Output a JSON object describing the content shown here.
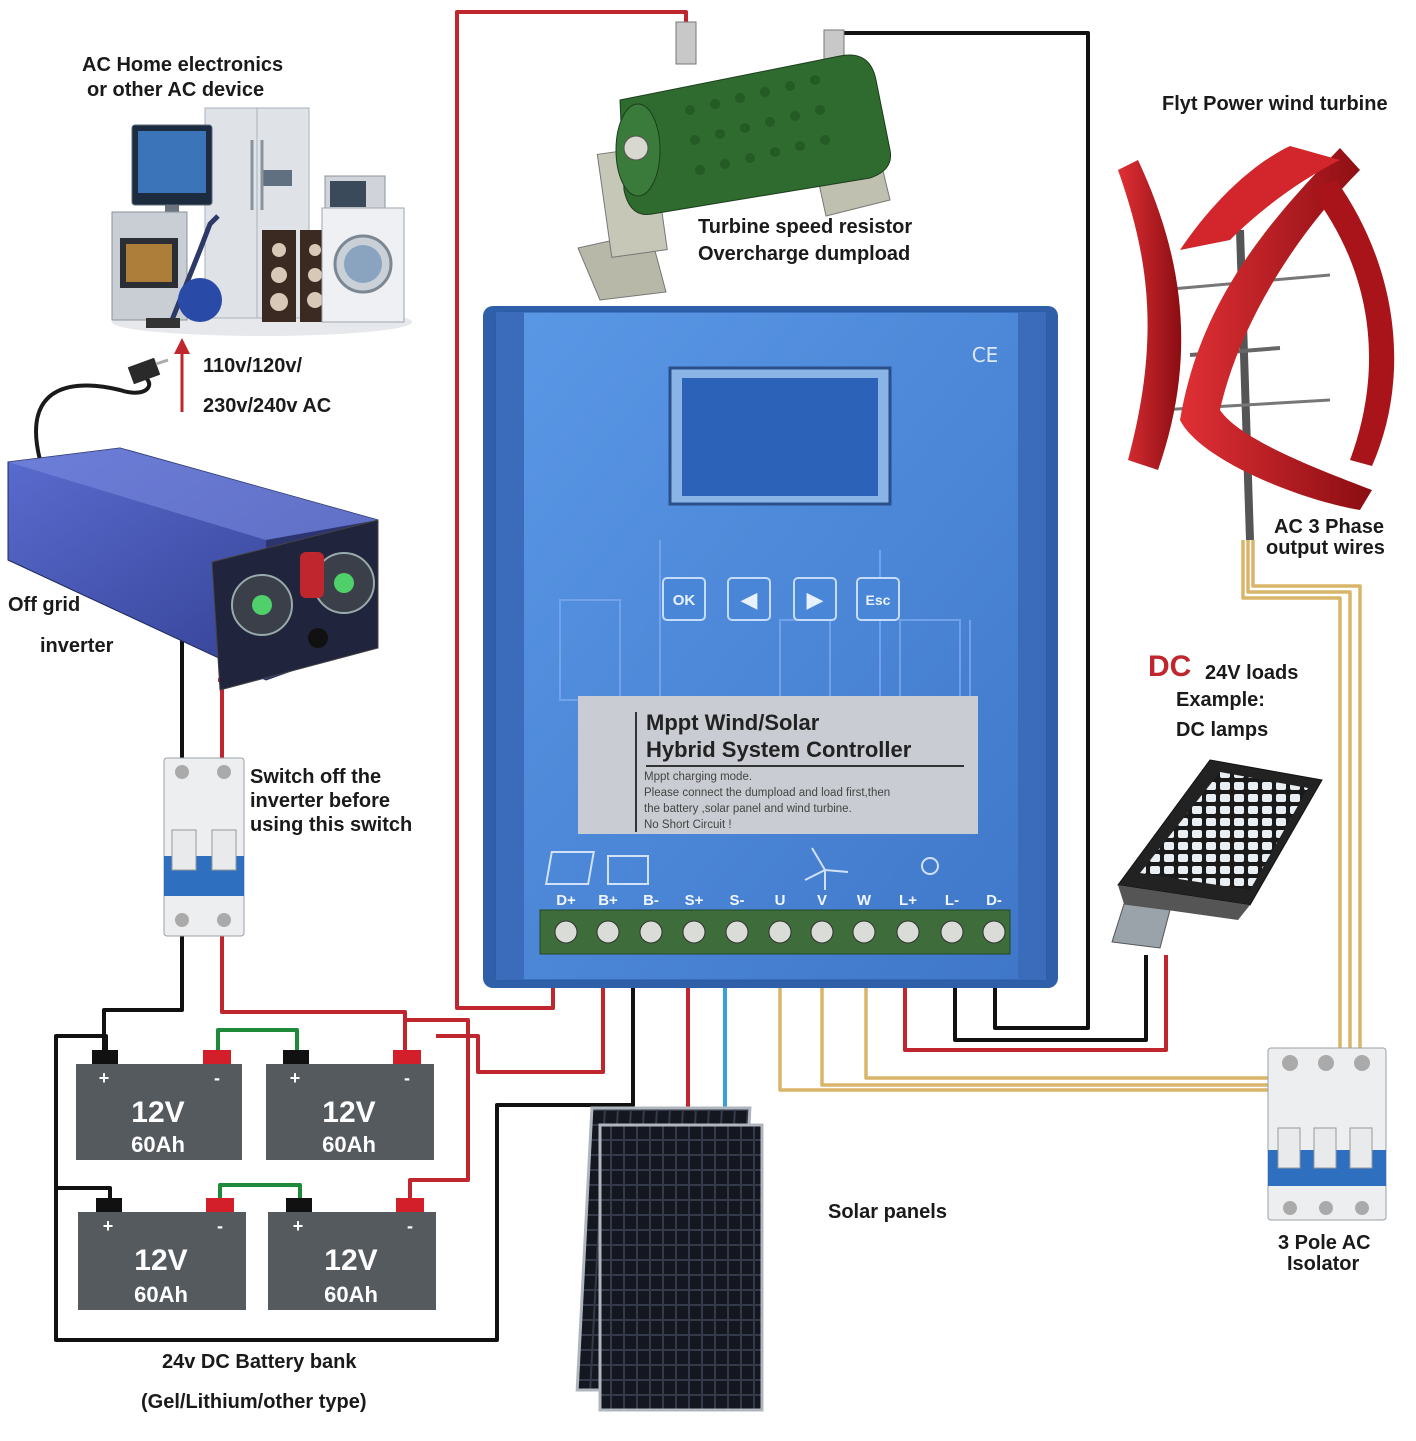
{
  "labels": {
    "ac_device_line1": "AC Home electronics",
    "ac_device_line2": "or other AC device",
    "ac_voltage_line1": "110v/120v/",
    "ac_voltage_line2": "230v/240v AC",
    "inverter_line1": "Off grid",
    "inverter_line2": "inverter",
    "resistor_line1": "Turbine speed resistor",
    "resistor_line2": "Overcharge dumpload",
    "turbine": "Flyt Power wind turbine",
    "ac_wires_line1": "AC 3 Phase",
    "ac_wires_line2": "output wires",
    "dc_prefix": "DC",
    "dc_loads": "24V loads",
    "dc_example_line1": "Example:",
    "dc_example_line2": "DC lamps",
    "switch_line1": "Switch off the",
    "switch_line2": "inverter before",
    "switch_line3": "using this switch",
    "solar": "Solar panels",
    "isolator_line1": "3 Pole AC",
    "isolator_line2": "Isolator",
    "battery_bank_line1": "24v DC Battery bank",
    "battery_bank_line2": "(Gel/Lithium/other type)",
    "ce_mark": "CE"
  },
  "controller": {
    "title_line1": "Mppt Wind/Solar",
    "title_line2": "Hybrid System Controller",
    "note_line1": "Mppt charging mode.",
    "note_line2": "Please connect the dumpload and load first,then",
    "note_line3": "the battery ,solar panel and wind turbine.",
    "note_line4": "No Short Circuit !",
    "buttons": [
      "OK",
      "◀",
      "▶",
      "Esc"
    ],
    "terminals": [
      "D+",
      "B+",
      "B-",
      "S+",
      "S-",
      "U",
      "V",
      "W",
      "L+",
      "L-",
      "D-"
    ]
  },
  "batteries": [
    {
      "voltage": "12V",
      "capacity": "60Ah",
      "pos": "+",
      "neg": "-"
    },
    {
      "voltage": "12V",
      "capacity": "60Ah",
      "pos": "+",
      "neg": "-"
    },
    {
      "voltage": "12V",
      "capacity": "60Ah",
      "pos": "+",
      "neg": "-"
    },
    {
      "voltage": "12V",
      "capacity": "60Ah",
      "pos": "+",
      "neg": "-"
    }
  ],
  "colors": {
    "positive_wire": "#c0262d",
    "negative_wire": "#111111",
    "ac_wire": "#d9b56a",
    "solar_wire_neg": "#3aa0d8",
    "battery_link": "#1e8a3a",
    "controller_blue": "#4a86d8",
    "turbine_red": "#c01a20",
    "inverter_blue": "#3f4fa8",
    "resistor_green": "#2f6b2f",
    "dc_red": "#c0262d"
  },
  "icons": [
    "fridge-icon",
    "tv-icon",
    "oven-icon",
    "washer-icon",
    "speaker-icon",
    "vacuum-icon",
    "microwave-icon",
    "plug-icon",
    "fan-icon",
    "battery-icon",
    "solar-panel-icon",
    "wind-turbine-icon",
    "lamp-icon",
    "resistor-icon"
  ]
}
